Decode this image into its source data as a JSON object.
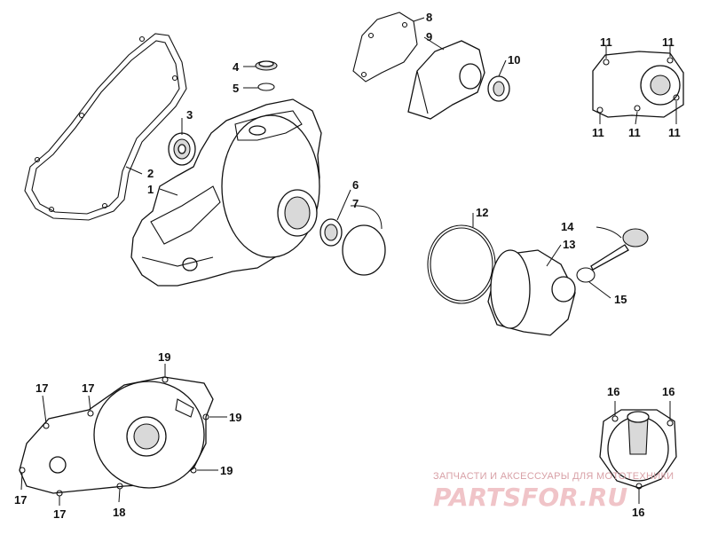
{
  "callouts": {
    "c1": "1",
    "c2": "2",
    "c3": "3",
    "c4": "4",
    "c5": "5",
    "c6": "6",
    "c7": "7",
    "c8": "8",
    "c9": "9",
    "c10": "10",
    "c11a": "11",
    "c11b": "11",
    "c11c": "11",
    "c11d": "11",
    "c11e": "11",
    "c12": "12",
    "c13": "13",
    "c14": "14",
    "c15": "15",
    "c16a": "16",
    "c16b": "16",
    "c16c": "16",
    "c17a": "17",
    "c17b": "17",
    "c17c": "17",
    "c17d": "17",
    "c18": "18",
    "c19a": "19",
    "c19b": "19",
    "c19c": "19"
  },
  "watermark": {
    "subtitle": "ЗАПЧАСТИ И АКСЕССУАРЫ ДЛЯ МОТОТЕХНИКИ",
    "brand": "PARTSFOR.RU"
  },
  "colors": {
    "line": "#111111",
    "watermark": "#f0c4c8"
  }
}
